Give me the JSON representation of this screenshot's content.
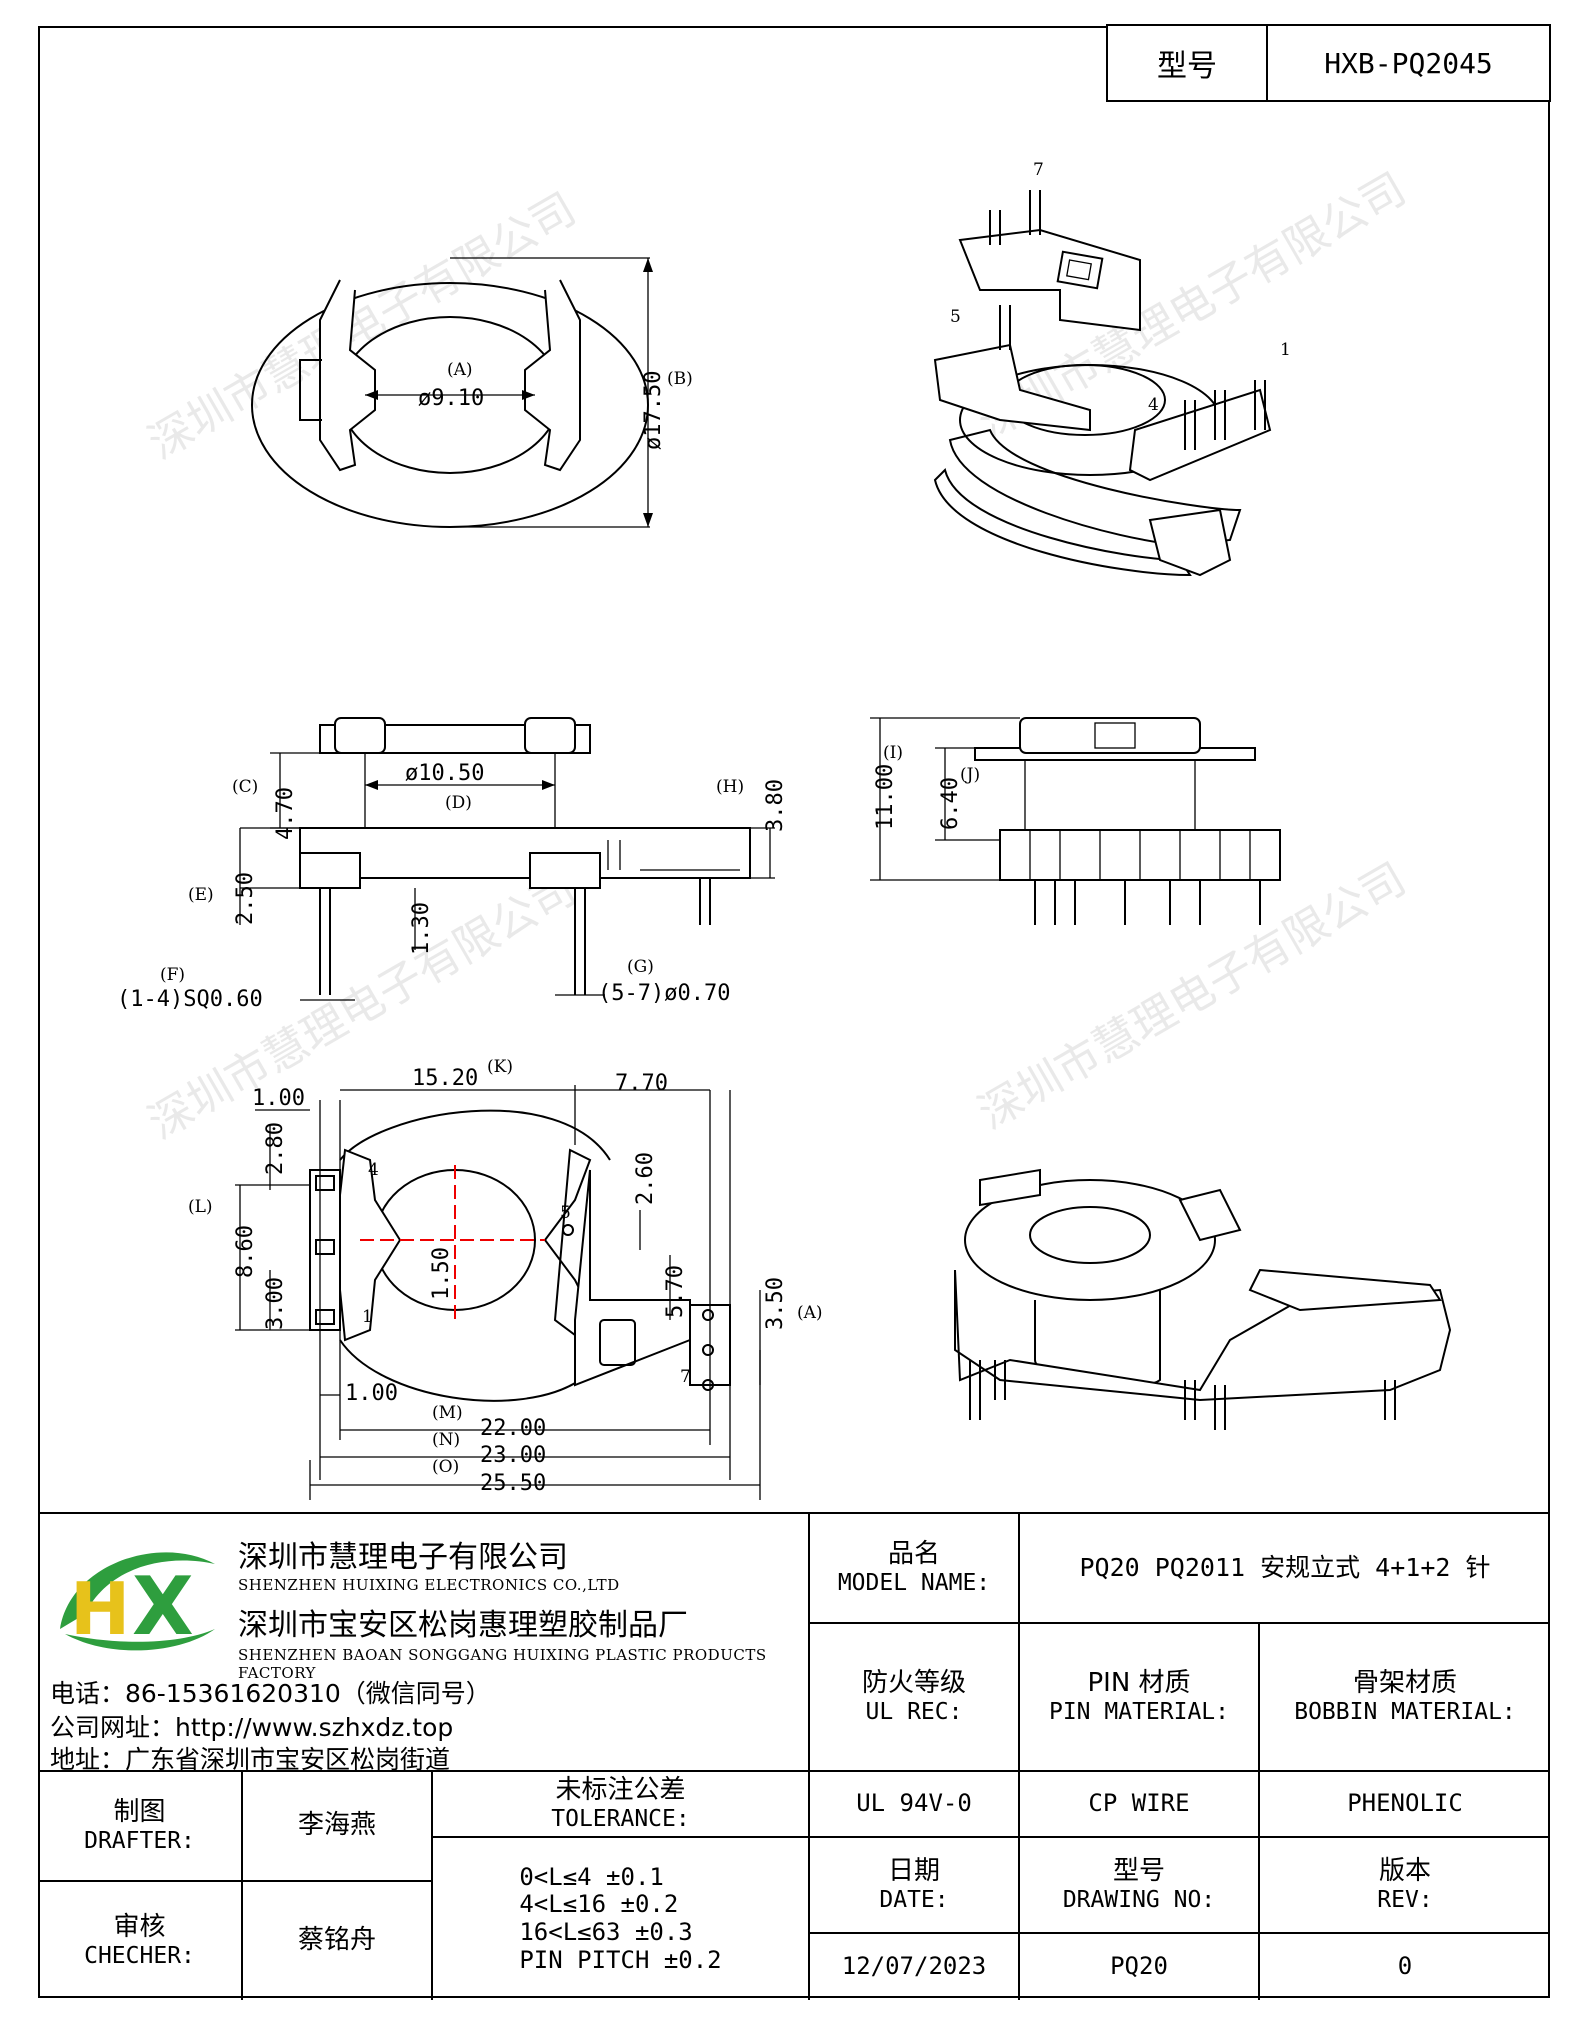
{
  "header": {
    "model_label": "型号",
    "model_value": "HXB-PQ2045"
  },
  "top_view": {
    "label_a": "(A)",
    "dia_a": "ø9.10",
    "label_b": "(B)",
    "dia_b": "ø17.50"
  },
  "iso_pins": [
    "7",
    "5",
    "1",
    "4"
  ],
  "front_view": {
    "label_c": "(C)",
    "dim_c": "4.70",
    "dia_d": "ø10.50",
    "label_d": "(D)",
    "label_h": "(H)",
    "dim_h": "3.80",
    "label_e": "(E)",
    "dim_e": "2.50",
    "dim_130": "1.30",
    "label_f": "(F)",
    "pin_f": "(1-4)SQ0.60",
    "label_g": "(G)",
    "pin_g": "(5-7)ø0.70"
  },
  "side_view": {
    "label_i": "(I)",
    "dim_i": "11.00",
    "label_j": "(J)",
    "dim_j": "6.40"
  },
  "bottom_view": {
    "dim_k": "15.20",
    "label_k": "(K)",
    "dim_770": "7.70",
    "dim_100a": "1.00",
    "dim_280": "2.80",
    "dim_260": "2.60",
    "label_l": "(L)",
    "dim_860": "8.60",
    "dim_300": "3.00",
    "dim_150": "1.50",
    "dim_570": "5.70",
    "dim_350": "3.50",
    "label_a2": "(A)",
    "dim_100b": "1.00",
    "label_m": "(M)",
    "dim_m": "22.00",
    "label_n": "(N)",
    "dim_n": "23.00",
    "label_o": "(O)",
    "dim_o": "25.50",
    "pin4": "4",
    "pin5": "5",
    "pin1": "1",
    "pin7": "7"
  },
  "watermark": "深圳市慧理电子有限公司",
  "company": {
    "name": "深圳市慧理电子有限公司",
    "name_en": "SHENZHEN HUIXING ELECTRONICS CO.,LTD",
    "factory": "深圳市宝安区松岗惠理塑胶制品厂",
    "factory_en": "SHENZHEN BAOAN SONGGANG HUIXING PLASTIC PRODUCTS FACTORY",
    "tel": "电话：86-15361620310（微信同号）",
    "web": "公司网址：http://www.szhxdz.top",
    "address": "地址：广东省深圳市宝安区松岗街道"
  },
  "title_block": {
    "model_name_zh": "品名",
    "model_name_en": "MODEL NAME:",
    "model_name_value": "PQ20 PQ2011 安规立式 4+1+2 针",
    "ul_zh": "防火等级",
    "ul_en": "UL REC:",
    "pin_mat_zh": "PIN 材质",
    "pin_mat_en": "PIN MATERIAL:",
    "bobbin_zh": "骨架材质",
    "bobbin_en": "BOBBIN MATERIAL:",
    "drafter_zh": "制图",
    "drafter_en": "DRAFTER:",
    "drafter": "李海燕",
    "tol_zh": "未标注公差",
    "tol_en": "TOLERANCE:",
    "ul_value": "UL 94V-0",
    "pin_value": "CP WIRE",
    "bobbin_value": "PHENOLIC",
    "checker_zh": "审核",
    "checker_en": "CHECHER:",
    "checker": "蔡铭舟",
    "tol1": "0<L≤4   ±0.1",
    "tol2": "4<L≤16  ±0.2",
    "tol3": "16<L≤63  ±0.3",
    "tol4": "PIN PITCH  ±0.2",
    "date_zh": "日期",
    "date_en": "DATE:",
    "dwg_zh": "型号",
    "dwg_en": "DRAWING NO:",
    "rev_zh": "版本",
    "rev_en": "REV:",
    "date": "12/07/2023",
    "dwg_no": "PQ20",
    "rev": "0"
  },
  "colors": {
    "logo_green": "#2e9e3e",
    "logo_yellow": "#e7c21b",
    "center_mark": "#e00000"
  }
}
